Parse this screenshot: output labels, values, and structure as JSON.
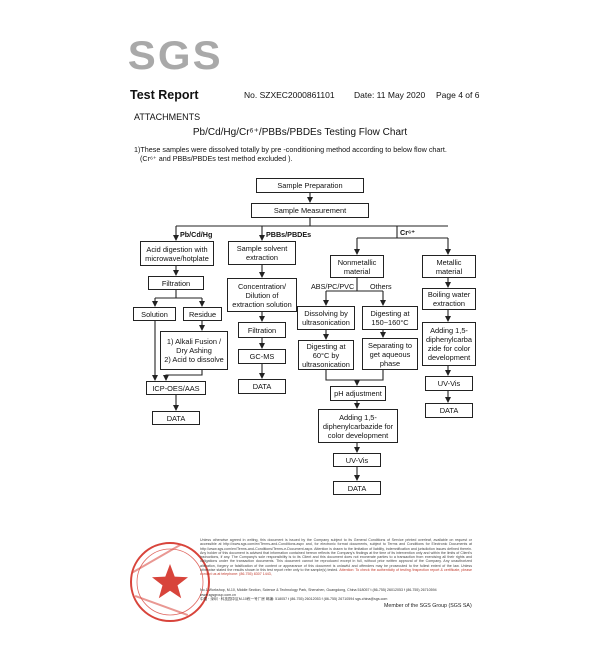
{
  "header": {
    "logo": "SGS",
    "title": "Test Report",
    "report_no": "No. SZXEC2000861101",
    "date": "Date: 11 May 2020",
    "page": "Page 4 of 6"
  },
  "section_heading": "ATTACHMENTS",
  "chart_title": "Pb/Cd/Hg/Cr⁶⁺/PBBs/PBDEs Testing Flow Chart",
  "note_line1": "1)These samples were dissolved totally by pre -conditioning method according to below flow chart.",
  "note_line2": "(Cr⁶⁺ and PBBs/PBDEs  test method excluded ).",
  "flow": {
    "sample_prep": "Sample Preparation",
    "sample_measure": "Sample Measurement",
    "branch_pbcdhg": "Pb/Cd/Hg",
    "branch_pbbs": "PBBs/PBDEs",
    "branch_cr": "Cr⁶⁺",
    "acid_digestion": "Acid digestion with microwave/hotplate",
    "filtration1": "Filtration",
    "solution": "Solution",
    "residue": "Residue",
    "alkali": "1) Alkali Fusion /\nDry Ashing\n2) Acid to dissolve",
    "icp": "ICP-OES/AAS",
    "data1": "DATA",
    "solvent_extraction": "Sample solvent extraction",
    "concentration": "Concentration/\nDilution of\nextraction solution",
    "filtration2": "Filtration",
    "gcms": "GC-MS",
    "data2": "DATA",
    "nonmetallic": "Nonmetallic\nmaterial",
    "abs_label": "ABS/PC/PVC",
    "others_label": "Others",
    "dissolving": "Dissolving by\nultrasonication",
    "digesting150": "Digesting at\n150~160°C",
    "digesting60": "Digesting at\n60°C by\nultrasonication",
    "separating": "Separating to\nget aqueous\nphase",
    "ph": "pH adjustment",
    "adding_nm": "Adding 1,5-\ndiphenylcarbazide for\ncolor development",
    "uvvis_nm": "UV-Vis",
    "data_nm": "DATA",
    "metallic": "Metallic\nmaterial",
    "boiling": "Boiling water\nextraction",
    "adding_m": "Adding 1,5-\ndiphenylcarba\nzide for color\ndevelopment",
    "uvvis_m": "UV-Vis",
    "data_m": "DATA"
  },
  "footer": {
    "disclaimer": "Unless otherwise agreed in writing, this document is issued by the Company subject to its General Conditions of Service printed overleaf, available on request or accessible at http://www.sgs.com/en/Terms-and-Conditions.aspx and, for electronic format documents, subject to Terms and Conditions for Electronic Documents at http://www.sgs.com/en/Terms-and-Conditions/Terms-e-Document.aspx. Attention is drawn to the limitation of liability, indemnification and jurisdiction issues defined therein. Any holder of this document is advised that information contained hereon reflects the Company's findings at the time of its intervention only and within the limits of Client's instructions, if any. The Company's sole responsibility is to its Client and this document does not exonerate parties to a transaction from exercising all their rights and obligations under the transaction documents. This document cannot be reproduced except in full, without prior written approval of the Company. Any unauthorized alteration, forgery or falsification of the content or appearance of this document is unlawful and offenders may be prosecuted to the fullest extent of the law. Unless otherwise stated the results shown in this test report refer only to the sample(s) tested.",
    "attention": "Attention: To check the authenticity of testing /inspection report & certificate, please contact us at telephone: (86-755) 8307 1443,",
    "address_en": "No.1 Workshop, M-10, Middle Section, Science & Technology Park, Shenzhen, Guangdong, China 518057  t (86-755) 26012053  f (86-755) 26710594  www.sgsgroup.com.cn",
    "address_cn": "中国 · 深圳 · 科技园中区M-10栋一号厂房  邮编: 518057  t (86-755) 26012053  f (86-755) 26710594  sgs.china@sgs.com",
    "member": "Member of the SGS Group (SGS SA)"
  },
  "colors": {
    "logo": "#a9a9a9",
    "stamp": "#d8443b",
    "line": "#222222"
  }
}
